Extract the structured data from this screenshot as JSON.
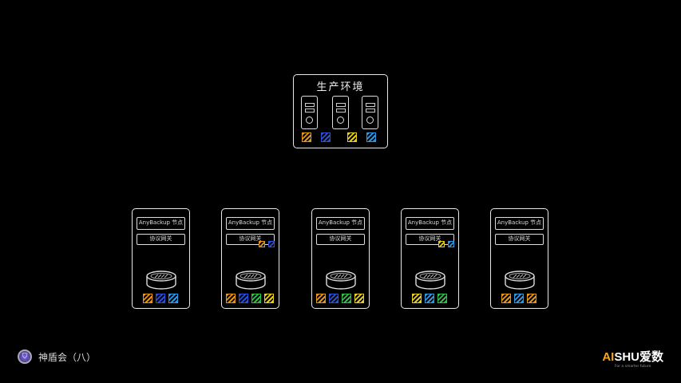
{
  "production": {
    "title": "生产环境",
    "cubes": [
      "#e8960f",
      "#2a4fd8",
      "",
      "#e8d01a",
      "#2a9ae8"
    ]
  },
  "nodes": [
    {
      "node_label": "AnyBackup 节点",
      "gateway_label": "协议网关",
      "badges": [],
      "cubes": [
        "#e8960f",
        "#2a4fd8",
        "#2a9ae8"
      ]
    },
    {
      "node_label": "AnyBackup 节点",
      "gateway_label": "协议网关",
      "badges": [
        "#e8960f",
        "#2a4fd8"
      ],
      "cubes": [
        "#e8960f",
        "#2a4fd8",
        "#2cc04a",
        "#e8d01a"
      ]
    },
    {
      "node_label": "AnyBackup 节点",
      "gateway_label": "协议网关",
      "badges": [],
      "cubes": [
        "#e8960f",
        "#2a4fd8",
        "#2cc04a",
        "#e8d01a"
      ]
    },
    {
      "node_label": "AnyBackup 节点",
      "gateway_label": "协议网关",
      "badges": [
        "#e8d01a",
        "#2a9ae8"
      ],
      "cubes": [
        "#e8d01a",
        "#2a9ae8",
        "#2cc04a"
      ]
    },
    {
      "node_label": "AnyBackup 节点",
      "gateway_label": "协议网关",
      "badges": [],
      "cubes": [
        "#e8960f",
        "#2a9ae8",
        "#e8960f"
      ]
    }
  ],
  "footer": {
    "series_title": "神盾会（八）",
    "brand_ai": "AI",
    "brand_rest": "SHU爱数",
    "brand_tagline": "For a smarter future"
  }
}
